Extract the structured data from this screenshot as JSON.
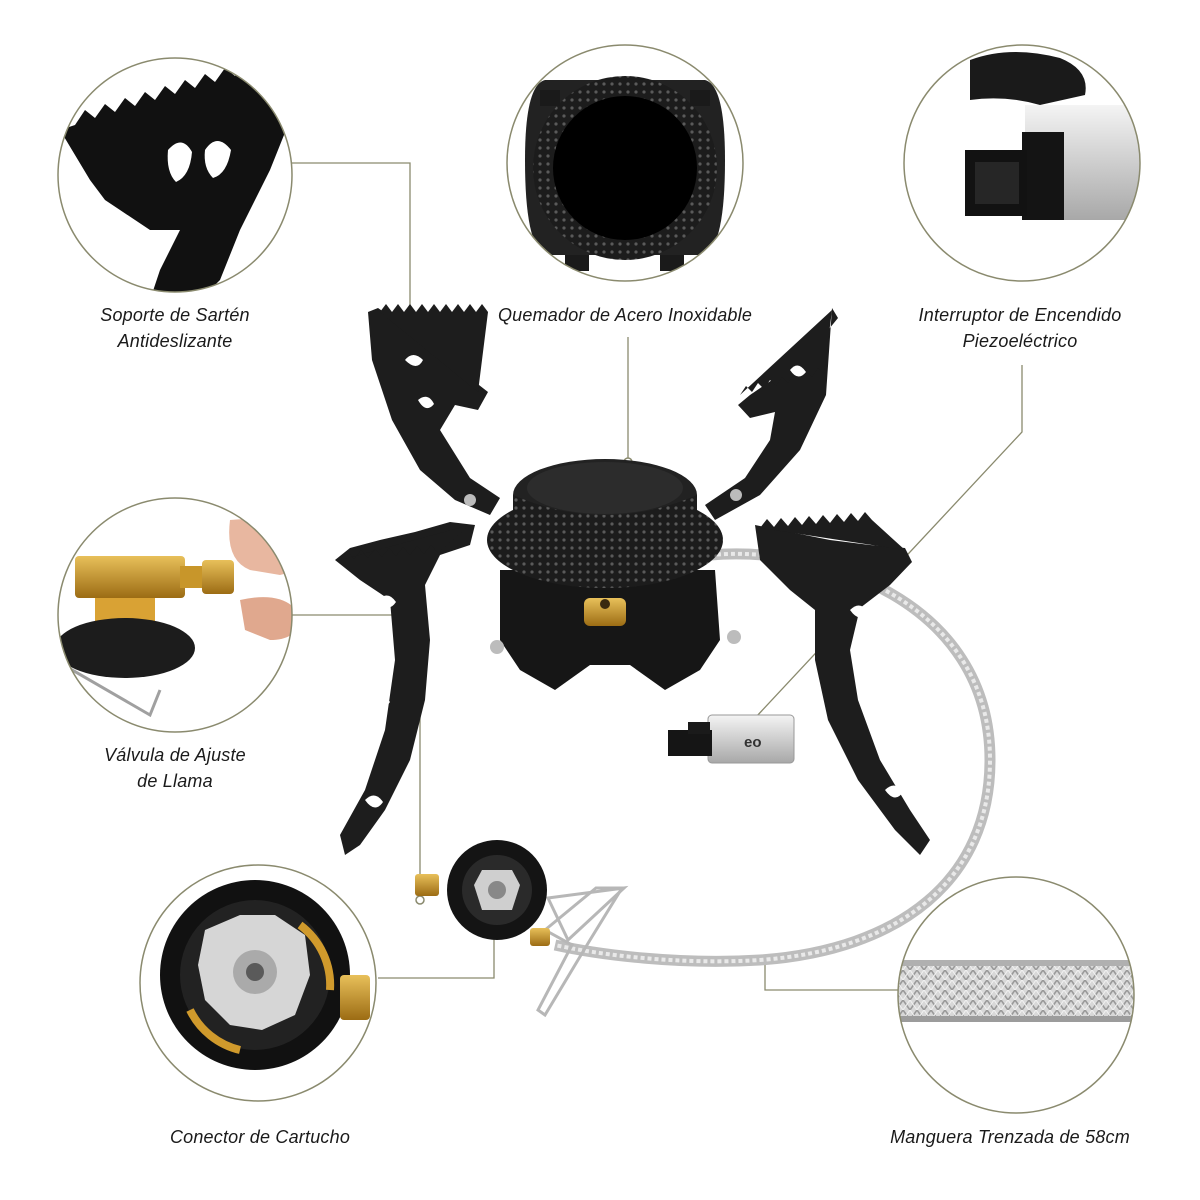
{
  "callouts": {
    "pan_support": {
      "line1": "Soporte de Sartén",
      "line2": "Antideslizante"
    },
    "burner": {
      "line1": "Quemador de Acero Inoxidable"
    },
    "igniter": {
      "line1": "Interruptor de Encendido",
      "line2": "Piezoeléctrico"
    },
    "valve": {
      "line1": "Válvula de Ajuste",
      "line2": "de Llama"
    },
    "connector": {
      "line1": "Conector de Cartucho"
    },
    "hose": {
      "line1": "Manguera Trenzada de 58cm"
    }
  },
  "igniter_brand": "eo",
  "colors": {
    "leader_line": "#8a8a6e",
    "metal_dark": "#1c1c1c",
    "brass": "#c8962a",
    "steel": "#c9c9c9"
  }
}
